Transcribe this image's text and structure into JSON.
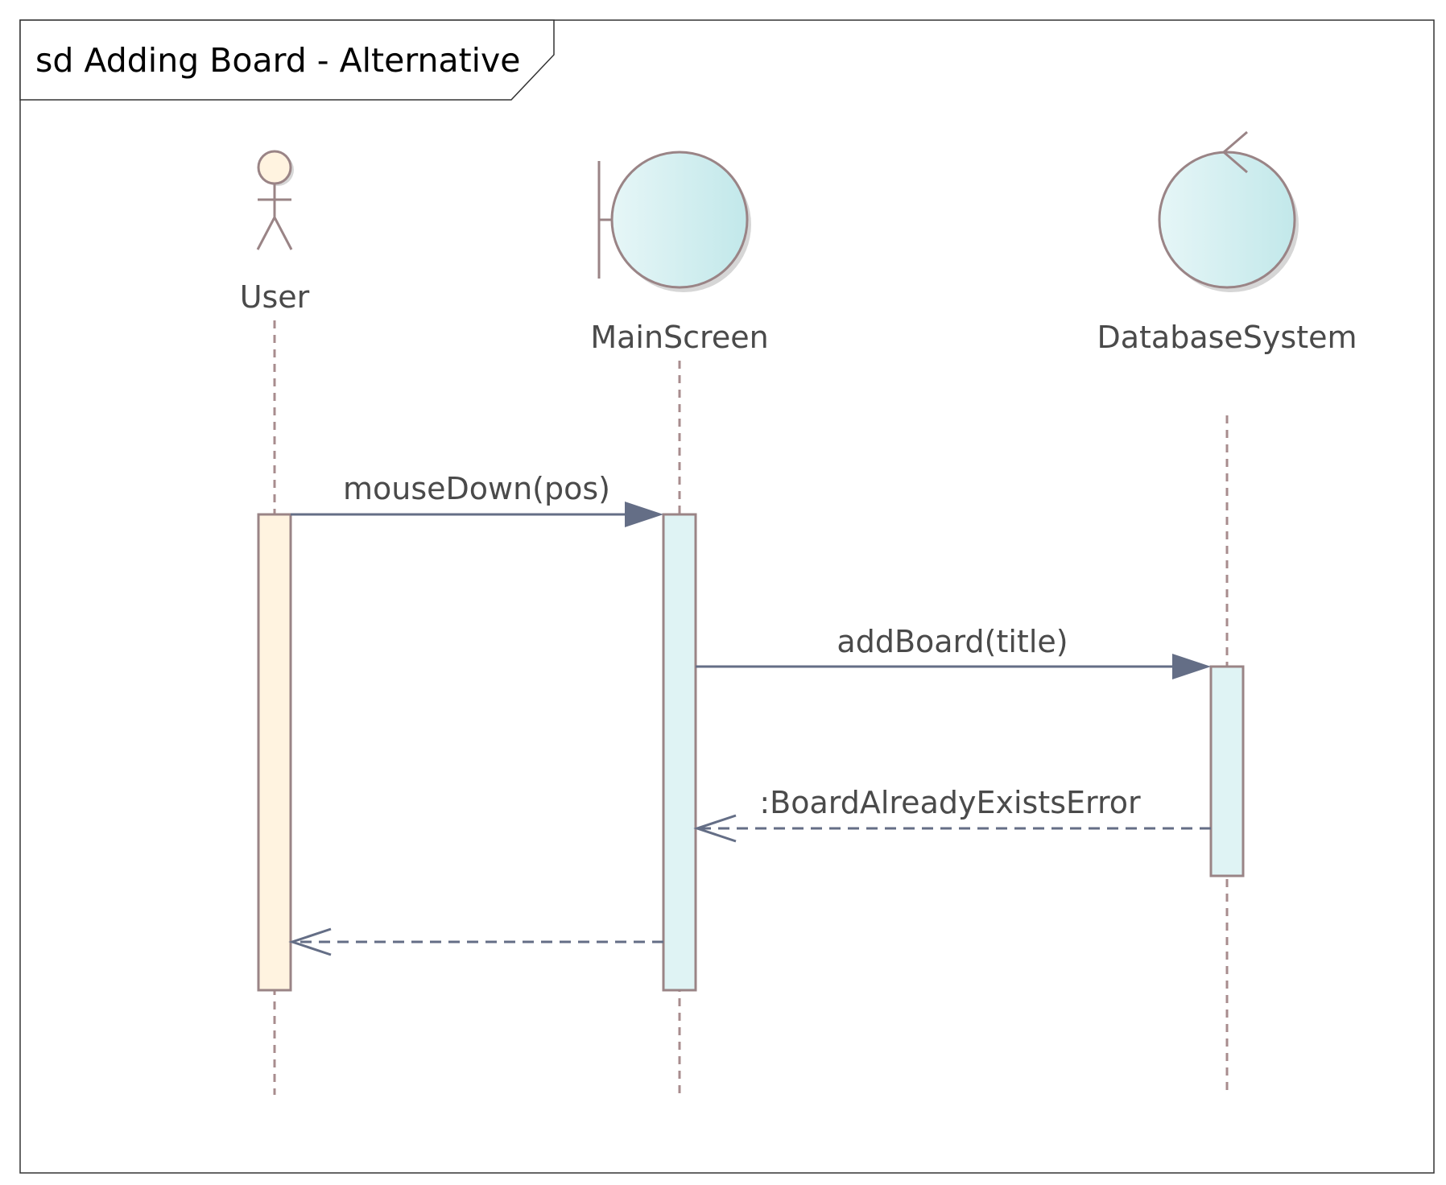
{
  "frame": {
    "title": "sd Adding Board - Alternative"
  },
  "lifelines": [
    {
      "id": "user",
      "name": "User",
      "kind": "actor"
    },
    {
      "id": "main",
      "name": "MainScreen",
      "kind": "boundary"
    },
    {
      "id": "db",
      "name": "DatabaseSystem",
      "kind": "control"
    }
  ],
  "messages": [
    {
      "from": "User",
      "to": "MainScreen",
      "label": "mouseDown(pos)",
      "style": "synchronous call"
    },
    {
      "from": "MainScreen",
      "to": "DatabaseSystem",
      "label": "addBoard(title)",
      "style": "synchronous call"
    },
    {
      "from": "DatabaseSystem",
      "to": "MainScreen",
      "label": ":BoardAlreadyExistsError",
      "style": "return"
    },
    {
      "from": "MainScreen",
      "to": "User",
      "label": "",
      "style": "return"
    }
  ],
  "colors": {
    "outline": "#9a8486",
    "lifeline": "#a88c8e",
    "arrow": "#646e86",
    "actor_fill": "#fff3e0",
    "entity_fill": "#dff3f4",
    "entity_fill_dark": "#c2e8ea",
    "shadow": "#d6d6d6"
  }
}
